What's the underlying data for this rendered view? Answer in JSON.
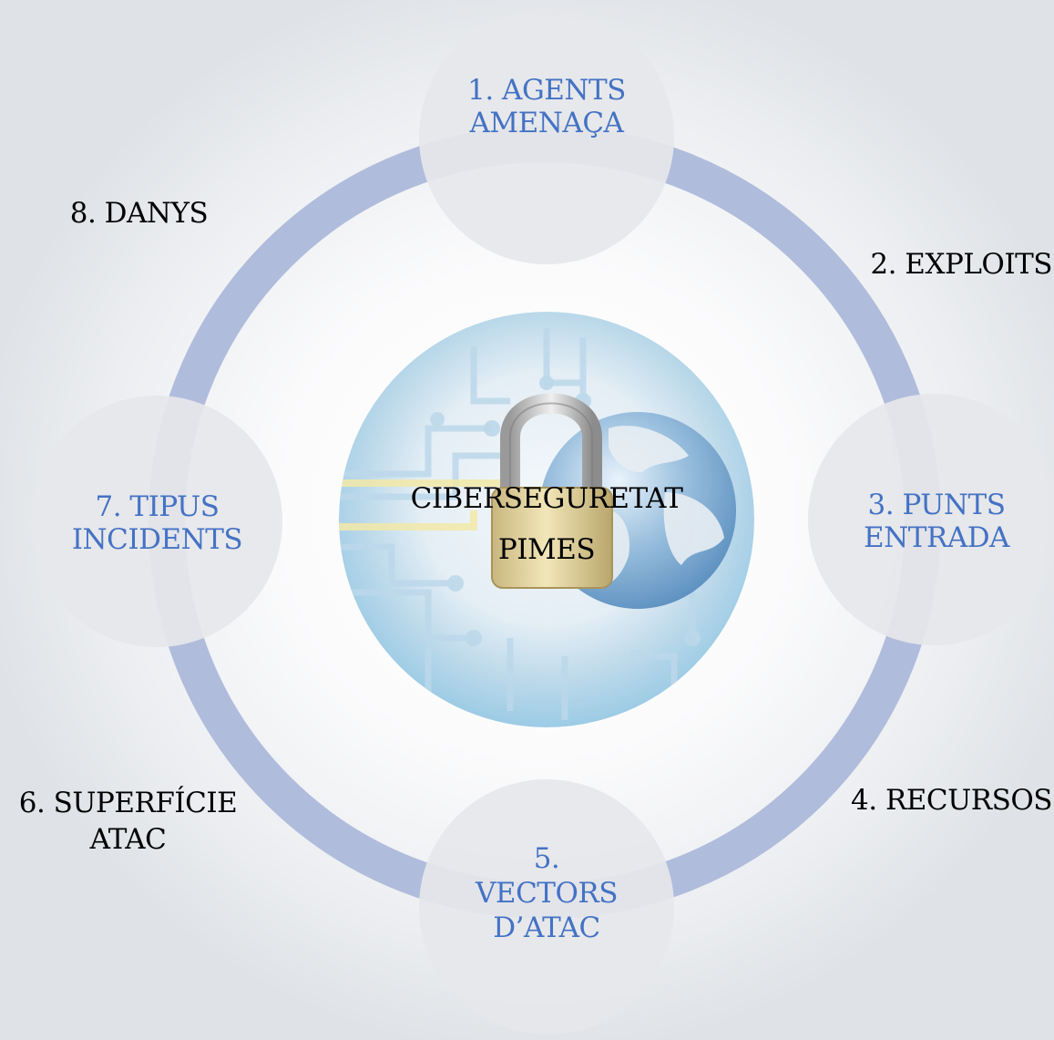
{
  "center": {
    "lines": [
      "CIBERSEGURETAT",
      "PIMES"
    ]
  },
  "nodes": [
    {
      "id": "agents-amenaca",
      "lines": [
        "1. AGENTS",
        "AMENAÇA"
      ]
    },
    {
      "id": "punts-entrada",
      "lines": [
        "3. PUNTS",
        "ENTRADA"
      ]
    },
    {
      "id": "vectors-atac",
      "lines": [
        "5.",
        "VECTORS",
        "D’ATAC"
      ]
    },
    {
      "id": "tipus-incidents",
      "lines": [
        "7. TIPUS",
        "INCIDENTS"
      ]
    }
  ],
  "connectors": [
    {
      "id": "exploits",
      "lines": [
        "2. EXPLOITS"
      ]
    },
    {
      "id": "recursos",
      "lines": [
        "4. RECURSOS"
      ]
    },
    {
      "id": "superficie-atac",
      "lines": [
        "6. SUPERFÍCIE",
        "ATAC"
      ]
    },
    {
      "id": "danys",
      "lines": [
        "8. DANYS"
      ]
    }
  ],
  "colors": {
    "ring": "#b0bcdc",
    "node_fill": "#e6e7ea",
    "node_label": "#4472c4",
    "connector_label": "#000000"
  },
  "center_image": {
    "icon": "padlock-globe-circuit-icon"
  }
}
